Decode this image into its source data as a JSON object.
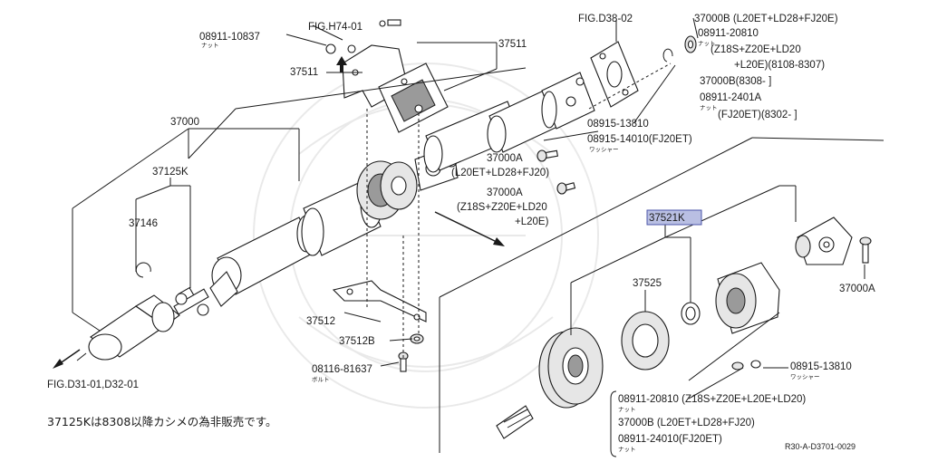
{
  "labels": {
    "fig_h74": "FIG.H74-01",
    "fig_d38": "FIG.D38-02",
    "fig_d31": "FIG.D31-01,D32-01",
    "p08911_10837": "08911-10837",
    "nut": "ナット",
    "washer": "ワッシャー",
    "bolt": "ボルト",
    "p37511_a": "37511",
    "p37511_b": "37511",
    "p37000": "37000",
    "p37125k": "37125K",
    "p37146": "37146",
    "p37512": "37512",
    "p37512b": "37512B",
    "p08116": "08116-81637",
    "p37000b_r1": "37000B (L20ET+LD28+FJ20E)",
    "p08911_20810_r1": "08911-20810",
    "r1_l3": "(Z18S+Z20E+LD20",
    "r1_l4": "+L20E)(8108-8307)",
    "r1_l5": "37000B(8308-   ]",
    "r1_l6": "08911-2401A",
    "r1_l7": "(FJ20ET)(8302-     ]",
    "p08915_13810_a": "08915-13810",
    "p08915_14010": "08915-14010(FJ20ET)",
    "p37000a_a": "37000A",
    "p37000a_a_spec": "(L20ET+LD28+FJ20)",
    "p37000a_b": "37000A",
    "p37000a_b_spec1": "(Z18S+Z20E+LD20",
    "p37000a_b_spec2": "+L20E)",
    "p37521k": "37521K",
    "p37525": "37525",
    "p37000a_c": "37000A",
    "p08915_13810_b": "08915-13810",
    "b_l1": "08911-20810 (Z18S+Z20E+L20E+LD20)",
    "b_l2": "37000B (L20ET+LD28+FJ20)",
    "b_l3": "08911-24010(FJ20ET)",
    "footnote": "37125Kは8308以降カシメの為非販売です。",
    "code": "R30-A-D3701-0029"
  },
  "colors": {
    "highlight": "#b9bfe3",
    "ink": "#1a1a1a"
  },
  "icons": {
    "arrow_up": "up-arrow-icon",
    "arrow_sw": "arrow-southwest-icon",
    "arrow_se": "arrow-southeast-icon"
  }
}
